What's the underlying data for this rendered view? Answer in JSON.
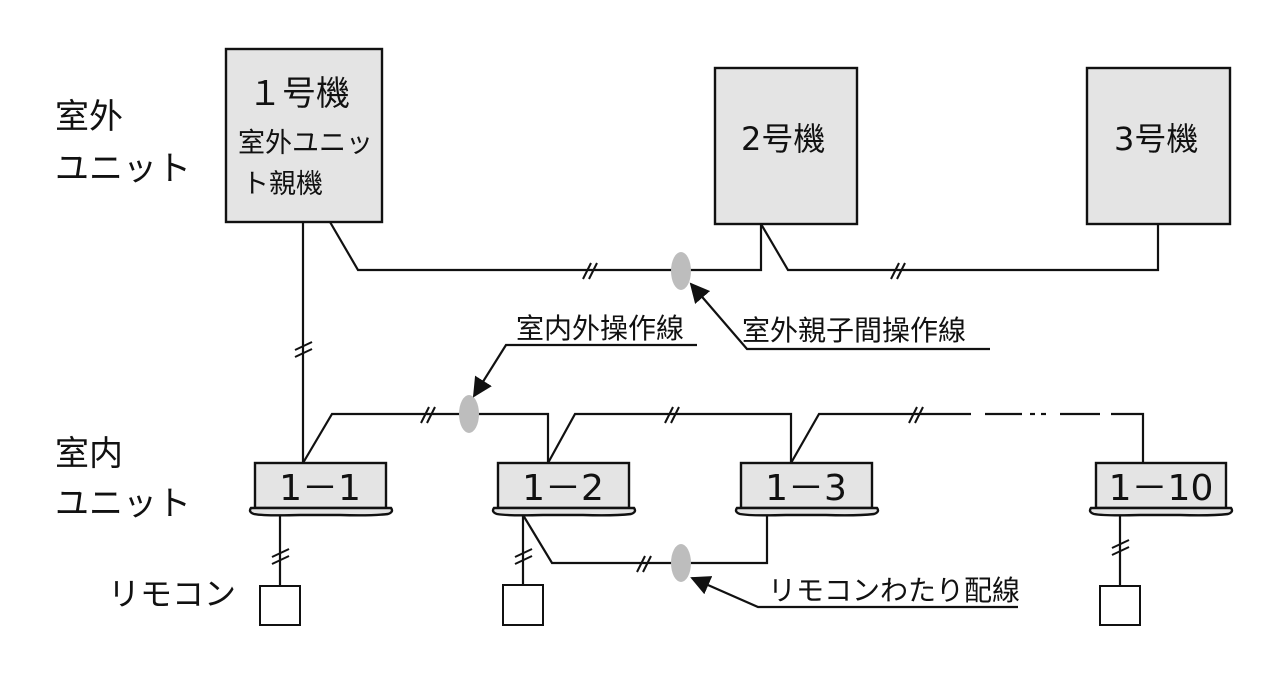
{
  "colors": {
    "unit_fill": "#e4e4e4",
    "line": "#111111",
    "marker": "#bdbdbd",
    "background": "#ffffff"
  },
  "row_labels": {
    "outdoor": [
      "室外",
      "ユニット"
    ],
    "indoor": [
      "室内",
      "ユニット"
    ],
    "remote": "リモコン"
  },
  "outdoor_units": [
    {
      "id": "1",
      "lines": [
        "１号機",
        "室外ユニッ",
        "ト親機"
      ]
    },
    {
      "id": "2",
      "lines": [
        "2号機"
      ]
    },
    {
      "id": "3",
      "lines": [
        "3号機"
      ]
    }
  ],
  "indoor_units": [
    {
      "id": "1-1",
      "label": "1－1"
    },
    {
      "id": "1-2",
      "label": "1－2"
    },
    {
      "id": "1-3",
      "label": "1－3"
    },
    {
      "id": "1-10",
      "label": "1－10"
    }
  ],
  "callouts": {
    "indoor_outdoor_line": "室内外操作線",
    "outdoor_parent_child_line": "室外親子間操作線",
    "remote_crossover_wiring": "リモコンわたり配線"
  }
}
